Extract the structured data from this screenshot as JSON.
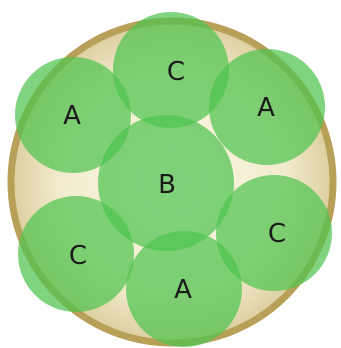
{
  "diagram": {
    "colors": {
      "disc_rim": "#b8a058",
      "disc_fill_center": "#fbf8e8",
      "disc_fill_edge": "#dccfa0",
      "circle_fill": "#4fc44f",
      "circle_stroke": "#3a9e3a"
    },
    "circles": [
      {
        "label": "C"
      },
      {
        "label": "A"
      },
      {
        "label": "C"
      },
      {
        "label": "A"
      },
      {
        "label": "C"
      },
      {
        "label": "A"
      },
      {
        "label": "B"
      }
    ]
  }
}
